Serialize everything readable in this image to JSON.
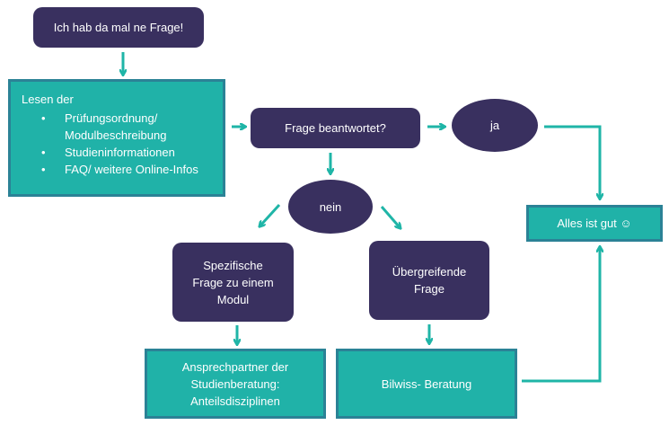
{
  "colors": {
    "dark_node": "#39305f",
    "teal_node": "#20b2a8",
    "teal_border": "#2b8296",
    "arrow": "#1fb5a7",
    "text": "#ffffff"
  },
  "nodes": {
    "start": {
      "label": "Ich hab da mal ne Frage!"
    },
    "read": {
      "title": "Lesen der",
      "items": [
        [
          "Prüfungsordnung/",
          "Modulbeschreibung"
        ],
        [
          "Studieninformationen"
        ],
        [
          "FAQ/ weitere Online-Infos"
        ]
      ]
    },
    "question": {
      "label": "Frage beantwortet?"
    },
    "yes": {
      "label": "ja"
    },
    "no": {
      "label": "nein"
    },
    "good": {
      "label": "Alles ist gut ☺"
    },
    "specific": {
      "lines": [
        "Spezifische",
        "Frage zu einem",
        "Modul"
      ]
    },
    "general": {
      "lines": [
        "Übergreifende",
        "Frage"
      ]
    },
    "contact": {
      "lines": [
        "Ansprechpartner der",
        "Studienberatung:",
        "Anteilsdisziplinen"
      ]
    },
    "bilwiss": {
      "label": "Bilwiss- Beratung"
    }
  },
  "bullet_glyph": "•",
  "edges": [
    {
      "from": "start",
      "to": "read"
    },
    {
      "from": "read",
      "to": "question"
    },
    {
      "from": "question",
      "to": "yes"
    },
    {
      "from": "question",
      "to": "no"
    },
    {
      "from": "yes",
      "to": "good"
    },
    {
      "from": "no",
      "to": "specific"
    },
    {
      "from": "no",
      "to": "general"
    },
    {
      "from": "specific",
      "to": "contact"
    },
    {
      "from": "general",
      "to": "bilwiss"
    },
    {
      "from": "bilwiss",
      "to": "good"
    }
  ]
}
